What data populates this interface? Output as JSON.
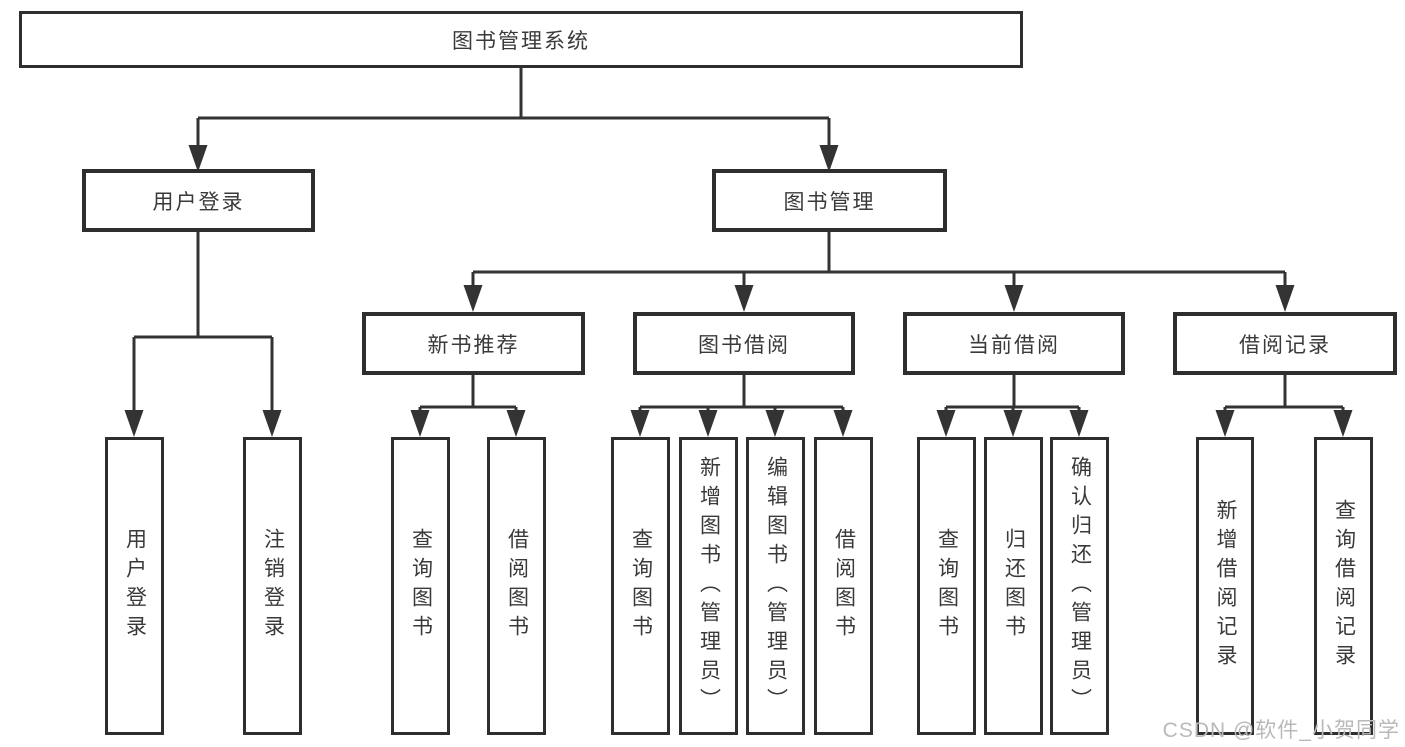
{
  "diagram": {
    "root": {
      "label": "图书管理系统"
    },
    "level2": [
      {
        "label": "用户登录"
      },
      {
        "label": "图书管理"
      }
    ],
    "level3": [
      {
        "label": "新书推荐",
        "parent": "图书管理"
      },
      {
        "label": "图书借阅",
        "parent": "图书管理"
      },
      {
        "label": "当前借阅",
        "parent": "图书管理"
      },
      {
        "label": "借阅记录",
        "parent": "图书管理"
      }
    ],
    "leaves": [
      {
        "label": "用户登录",
        "parent": "用户登录"
      },
      {
        "label": "注销登录",
        "parent": "用户登录"
      },
      {
        "label": "查询图书",
        "parent": "新书推荐"
      },
      {
        "label": "借阅图书",
        "parent": "新书推荐"
      },
      {
        "label": "查询图书",
        "parent": "图书借阅"
      },
      {
        "label": "新增图书（管理员）",
        "parent": "图书借阅"
      },
      {
        "label": "编辑图书（管理员）",
        "parent": "图书借阅"
      },
      {
        "label": "借阅图书",
        "parent": "图书借阅"
      },
      {
        "label": "查询图书",
        "parent": "当前借阅"
      },
      {
        "label": "归还图书",
        "parent": "当前借阅"
      },
      {
        "label": "确认归还（管理员）",
        "parent": "当前借阅"
      },
      {
        "label": "新增借阅记录",
        "parent": "借阅记录"
      },
      {
        "label": "查询借阅记录",
        "parent": "借阅记录"
      }
    ]
  },
  "watermark": {
    "text": "CSDN @软件_小贺同学"
  },
  "colors": {
    "line": "#333333",
    "box_border": "#2e2e2e",
    "box_fill": "#ffffff",
    "text": "#3a3a3a",
    "watermark": "#b9b9b9",
    "background": "#ffffff"
  }
}
